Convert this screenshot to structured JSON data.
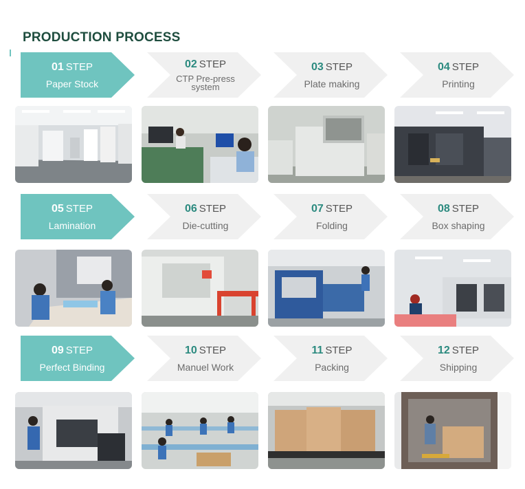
{
  "title": "PRODUCTION PROCESS",
  "colors": {
    "title": "#1e4d3e",
    "active_step": "#6fc4bf",
    "inactive_step": "#f0f0f0",
    "step_number": "#2b8a7f"
  },
  "step_word": "STEP",
  "steps": [
    {
      "num": "01",
      "label": "Paper Stock",
      "active": true
    },
    {
      "num": "02",
      "label": "CTP Pre-press system",
      "active": false
    },
    {
      "num": "03",
      "label": "Plate making",
      "active": false
    },
    {
      "num": "04",
      "label": "Printing",
      "active": false
    },
    {
      "num": "05",
      "label": "Lamination",
      "active": true
    },
    {
      "num": "06",
      "label": "Die-cutting",
      "active": false
    },
    {
      "num": "07",
      "label": "Folding",
      "active": false
    },
    {
      "num": "08",
      "label": "Box shaping",
      "active": false
    },
    {
      "num": "09",
      "label": "Perfect Binding",
      "active": true
    },
    {
      "num": "10",
      "label": "Manuel Work",
      "active": false
    },
    {
      "num": "11",
      "label": "Packing",
      "active": false
    },
    {
      "num": "12",
      "label": "Shipping",
      "active": false
    }
  ]
}
